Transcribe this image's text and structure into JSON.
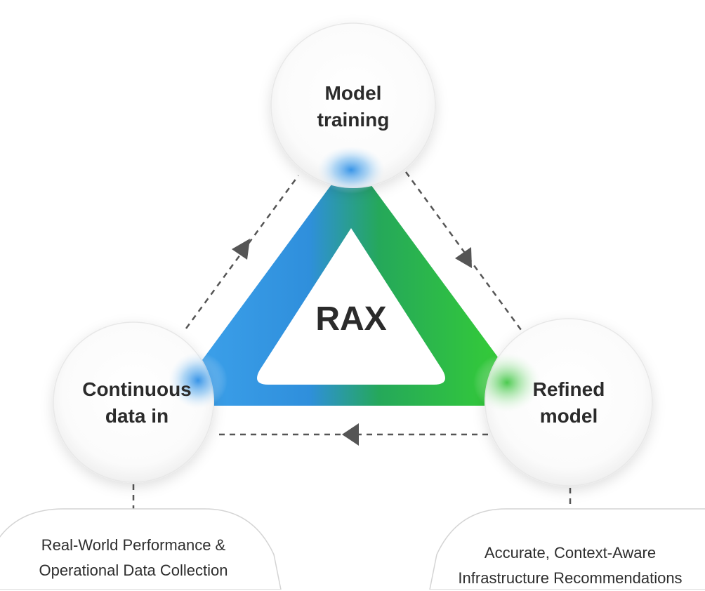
{
  "center": {
    "label": "RAX"
  },
  "nodes": {
    "top": {
      "line1": "Model",
      "line2": "training"
    },
    "left": {
      "line1": "Continuous",
      "line2": "data in"
    },
    "right": {
      "line1": "Refined",
      "line2": "model"
    }
  },
  "captions": {
    "left": {
      "line1": "Real-World Performance &",
      "line2": "Operational Data Collection"
    },
    "right": {
      "line1": "Accurate, Context-Aware",
      "line2": "Infrastructure Recommendations"
    }
  },
  "colors": {
    "blue": "#2f8fe0",
    "green": "#33c23a",
    "arrow": "#555555",
    "text": "#2b2b2b"
  }
}
